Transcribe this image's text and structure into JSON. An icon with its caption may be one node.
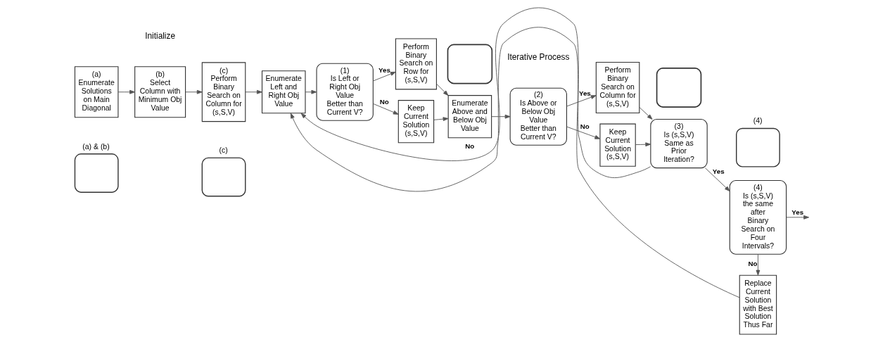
{
  "diagram": {
    "nodes": [
      {
        "text": [
          "(a)",
          "Enumerate Solutions on Main Diagonal"
        ]
      },
      {
        "text": [
          "(b)",
          "Select Column with Minimum Obj Value"
        ]
      },
      {
        "text": [
          "(c)",
          "Perform Binary Search on Column for (s,S,V)"
        ]
      },
      {
        "text": [
          "(a) & (b)"
        ]
      },
      {
        "text": [
          "(c)"
        ]
      },
      {
        "text": [
          "Enumerate Left and Right Obj Value"
        ]
      },
      {
        "text": [
          "(1)",
          "Is Left or Right Obj Value Better than Current V?"
        ]
      },
      {
        "text": [
          "Perform Binary Search on Row for (s,S,V)"
        ]
      },
      {
        "text": [
          "Keep Current Solution (s,S,V)"
        ]
      },
      {
        "text": [],
        "shape": "box"
      },
      {
        "text": [
          "Enumerate Above and Below Obj Value"
        ]
      },
      {
        "text": [
          "(2)",
          "Is Above or Below Obj Value Better than Current V?"
        ]
      },
      {
        "text": [
          "Perform Binary Search on Column for (s,S,V)"
        ]
      },
      {
        "text": [
          "Keep Current Solution (s,S,V)"
        ]
      },
      {
        "text": [],
        "shape": "box"
      },
      {
        "text": [
          "(3)",
          "Is (s,S,V) Same as Prior Iteration?"
        ]
      },
      {
        "text": [
          "(4)"
        ]
      },
      {
        "text": [
          "(4)",
          "Is (s,S,V) the same after Binary Search on Four Intervals?"
        ]
      },
      {
        "text": [
          "Replace Current Solution with Best Solution Thus Far"
        ]
      }
    ],
    "edges": [
      {
        "from": 0,
        "to": 1,
        "arrow": "to"
      },
      {
        "from": 1,
        "to": 2,
        "arrow": "to"
      },
      {
        "from": 2,
        "to": 5,
        "arrow": "to"
      },
      {
        "from": 5,
        "to": 6,
        "arrow": "to"
      },
      {
        "from": 6,
        "to": 7,
        "arrow": "to",
        "label": "Yes"
      },
      {
        "from": 6,
        "to": 8,
        "arrow": "to",
        "label": "No"
      },
      {
        "from": 7,
        "to": 10,
        "arrow": "to"
      },
      {
        "from": 8,
        "to": 10,
        "arrow": "to"
      },
      {
        "from": 10,
        "to": 11,
        "arrow": "to"
      },
      {
        "from": 11,
        "to": 12,
        "arrow": "to",
        "label": "Yes"
      },
      {
        "from": 11,
        "to": 13,
        "arrow": "to",
        "label": "No"
      },
      {
        "from": 12,
        "to": 15,
        "arrow": "to"
      },
      {
        "from": 13,
        "to": 15,
        "arrow": "to"
      },
      {
        "from": 15,
        "to": 17,
        "arrow": "to",
        "label": "Yes"
      },
      {
        "from": 15,
        "to": 5,
        "arrow": "to",
        "label": "No"
      },
      {
        "from": 17,
        "to": null,
        "arrow": "to",
        "label": "Yes"
      },
      {
        "from": 17,
        "to": 18,
        "arrow": "to",
        "label": "No"
      },
      {
        "from": 18,
        "to": 5,
        "arrow": "to"
      }
    ],
    "labels": [
      "Iterative Process",
      "Initialize"
    ]
  }
}
